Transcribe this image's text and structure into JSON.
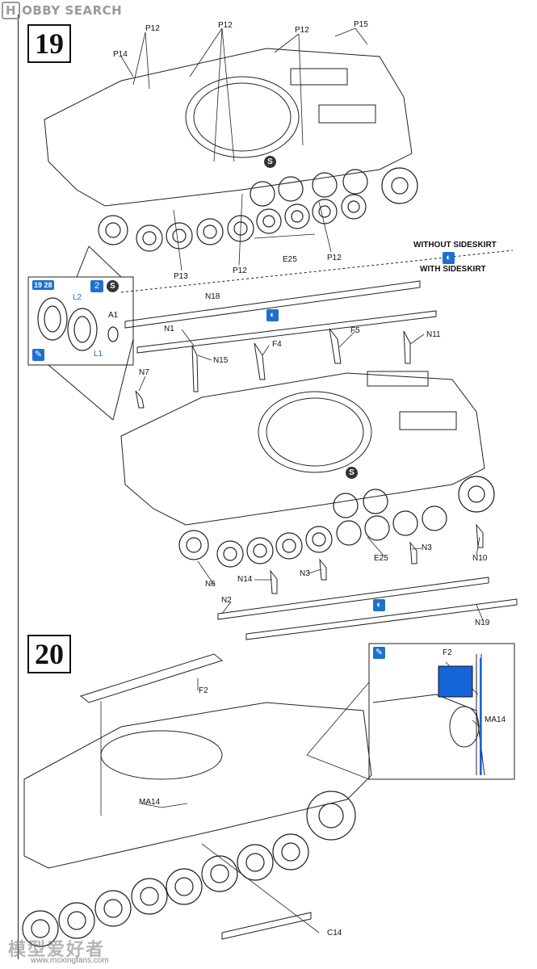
{
  "watermark": {
    "hobby": "H",
    "brand": "OBBY SEARCH"
  },
  "footer_watermark": {
    "cn": "模型爱好者",
    "url": "www.moxingfans.com"
  },
  "steps": {
    "s19": "19",
    "s20": "20"
  },
  "legend": {
    "without_sideskirt": "WITHOUT SIDESKIRT",
    "with_sideskirt": "WITH SIDESKIRT"
  },
  "inset19": {
    "ref": "19 28",
    "multiplier": "2",
    "s": "S",
    "parts": [
      "L2",
      "A1",
      "L1"
    ]
  },
  "icons": {
    "s": "S"
  },
  "parts_step19_top": {
    "p12": "P12",
    "p14": "P14",
    "p15": "P15",
    "p13": "P13",
    "e25": "E25"
  },
  "parts_step19_bottom": {
    "n18": "N18",
    "n1": "N1",
    "f5": "F5",
    "n11": "N11",
    "f4": "F4",
    "n15": "N15",
    "n7": "N7",
    "e25": "E25",
    "n3": "N3",
    "n10": "N10",
    "n14": "N14",
    "n6": "N6",
    "n2": "N2",
    "n19": "N19"
  },
  "parts_step20": {
    "f2": "F2",
    "ma14": "MA14",
    "c14": "C14"
  },
  "colors": {
    "ink": "#111111",
    "blue": "#1f6fd1",
    "part_fill": "#1565d8"
  }
}
